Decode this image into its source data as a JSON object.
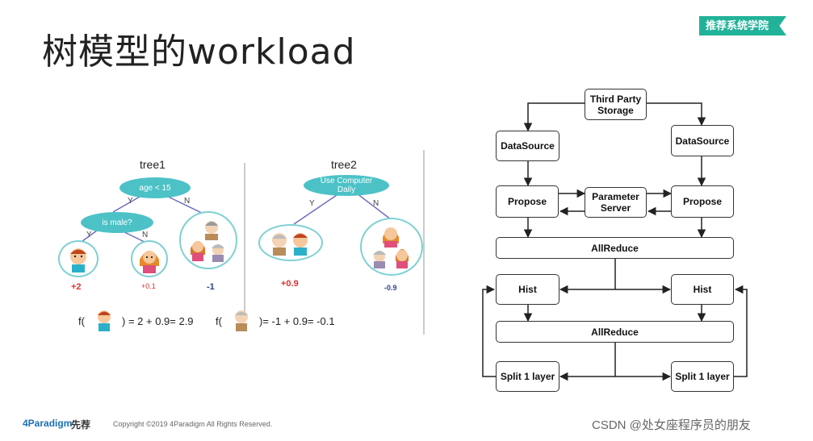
{
  "header": {
    "title": "树模型的workload",
    "badge": "推荐系统学院"
  },
  "left_panel": {
    "tree1": {
      "label": "tree1",
      "root": "age < 15",
      "node2": "is male?",
      "yes": "Y",
      "no": "N",
      "leaf_values": [
        "+2",
        "+0.1",
        "-1"
      ]
    },
    "tree2": {
      "label": "tree2",
      "root": "Use Computer Daily",
      "yes": "Y",
      "no": "N",
      "leaf_values": [
        "+0.9",
        "-0.9"
      ]
    },
    "formula1": {
      "prefix": "f(",
      "suffix": ") = 2 + 0.9= 2.9"
    },
    "formula2": {
      "prefix": "f(",
      "suffix": ")= -1 + 0.9= -0.1"
    }
  },
  "flow": {
    "storage": "Third Party Storage",
    "datasource_left": "DataSource",
    "datasource_right": "DataSource",
    "propose_left": "Propose",
    "propose_right": "Propose",
    "param_server": "Parameter Server",
    "allreduce_1": "AllReduce",
    "hist_left": "Hist",
    "hist_right": "Hist",
    "allreduce_2": "AllReduce",
    "split_left": "Split 1 layer",
    "split_right": "Split 1 layer"
  },
  "footer": {
    "logo": "4Paradigm",
    "logo2": "先荐",
    "copyright": "Copyright ©2019 4Paradigm All Rights Reserved.",
    "watermark": "CSDN @处女座程序员的朋友"
  },
  "colors": {
    "accent": "#22b29a",
    "node": "#4cc2c7",
    "circle": "#7fd0d4",
    "positive": "#e03030",
    "negative": "#2a3f8f"
  }
}
